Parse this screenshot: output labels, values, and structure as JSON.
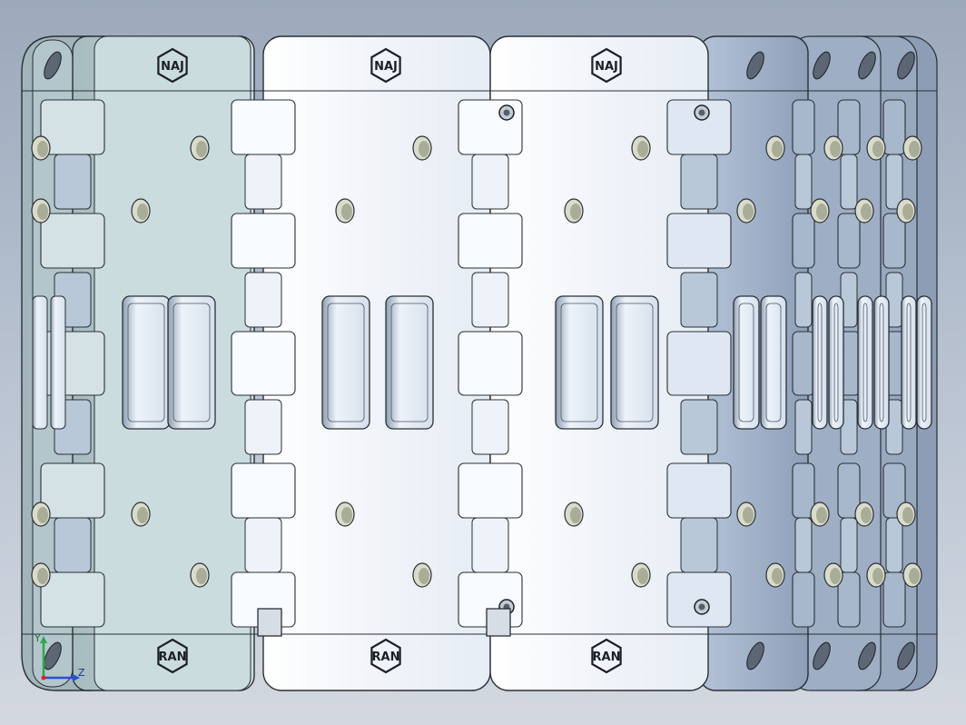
{
  "viewport": {
    "background_top": "#9ba9bb",
    "background_bottom": "#d3d8e0"
  },
  "model": {
    "plate_colors": {
      "left_panel": "#c8d9dd",
      "left_frame": "#a9bcc2",
      "center_panel": "#f4f7fb",
      "right_panel": "#a8b8cf",
      "right_stack": "#95a6bd",
      "edge": "#2a2f36"
    },
    "logo_glyph": "NAJ",
    "logo_glyph_rotated": "RAN",
    "icons": [
      "slot-icon",
      "hole-icon",
      "logo-badge-icon",
      "vent-icon",
      "screw-icon"
    ]
  },
  "triad": {
    "y_label": "Y",
    "z_label": "Z",
    "y_color": "#2fa84f",
    "z_color": "#2a4fd6"
  }
}
